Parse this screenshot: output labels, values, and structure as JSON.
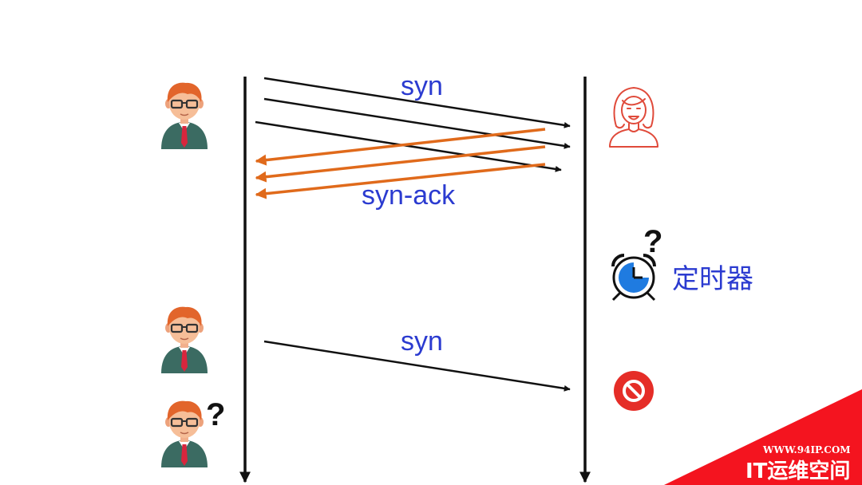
{
  "labels": {
    "syn_top": "syn",
    "syn_ack": "syn-ack",
    "syn_bottom": "syn",
    "timer": "定时器",
    "question_mark": "?"
  },
  "icons": {
    "client": "man-with-glasses-avatar-icon",
    "server": "woman-outline-avatar-icon",
    "timer": "alarm-clock-icon",
    "blocked": "no-entry-icon"
  },
  "watermark": {
    "url": "WWW.94IP.COM",
    "name": "IT运维空间"
  },
  "colors": {
    "label_blue": "#2b3bd0",
    "reply_arrow_orange": "#e06a1b",
    "server_red": "#e04a3a",
    "blocked_red": "#e52d27",
    "watermark_red": "#f4141f",
    "clock_blue": "#1f7be0"
  }
}
